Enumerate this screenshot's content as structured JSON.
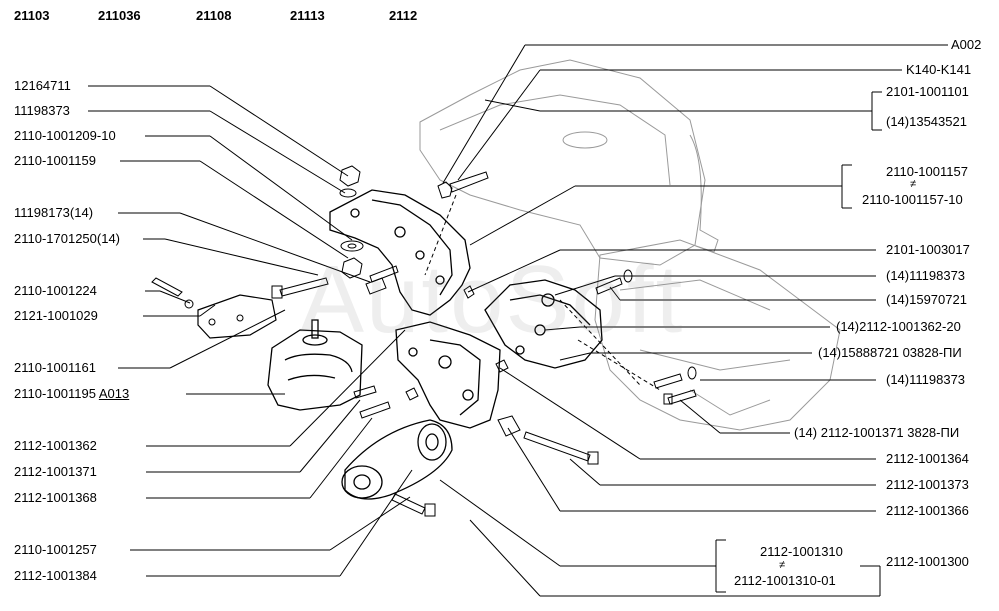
{
  "models": [
    "21103",
    "211036",
    "21108",
    "21113",
    "2112"
  ],
  "watermark": "AutoSoft",
  "left_labels": [
    "12164711",
    "11198373",
    "2110-1001209-10",
    "2110-1001159",
    "11198173(14)",
    "2110-1701250(14)",
    "2110-1001224",
    "2121-1001029",
    "2110-1001161",
    "2110-1001195",
    "2112-1001362",
    "2112-1001371",
    "2112-1001368",
    "2110-1001257",
    "2112-1001384"
  ],
  "left_suffix": "A013",
  "right_labels": {
    "a002": "A002",
    "k140": "K140-K141",
    "group1_a": "2101-1001101",
    "group1_b": "(14)13543521",
    "group2_a": "2110-1001157",
    "group2_b": "2110-1001157-10",
    "neq_symbol": "≠",
    "r1": "2101-1003017",
    "r2": "(14)11198373",
    "r3": "(14)15970721",
    "r4": "(14)2112-1001362-20",
    "r5": "(14)15888721 03828-ПИ",
    "r6": "(14)11198373",
    "r7": "(14) 2112-1001371 3828-ПИ",
    "r8": "2112-1001364",
    "r9": "2112-1001373",
    "r10": "2112-1001366",
    "group3_a": "2112-1001310",
    "group3_b": "2112-1001310-01",
    "r11": "2112-1001300"
  }
}
